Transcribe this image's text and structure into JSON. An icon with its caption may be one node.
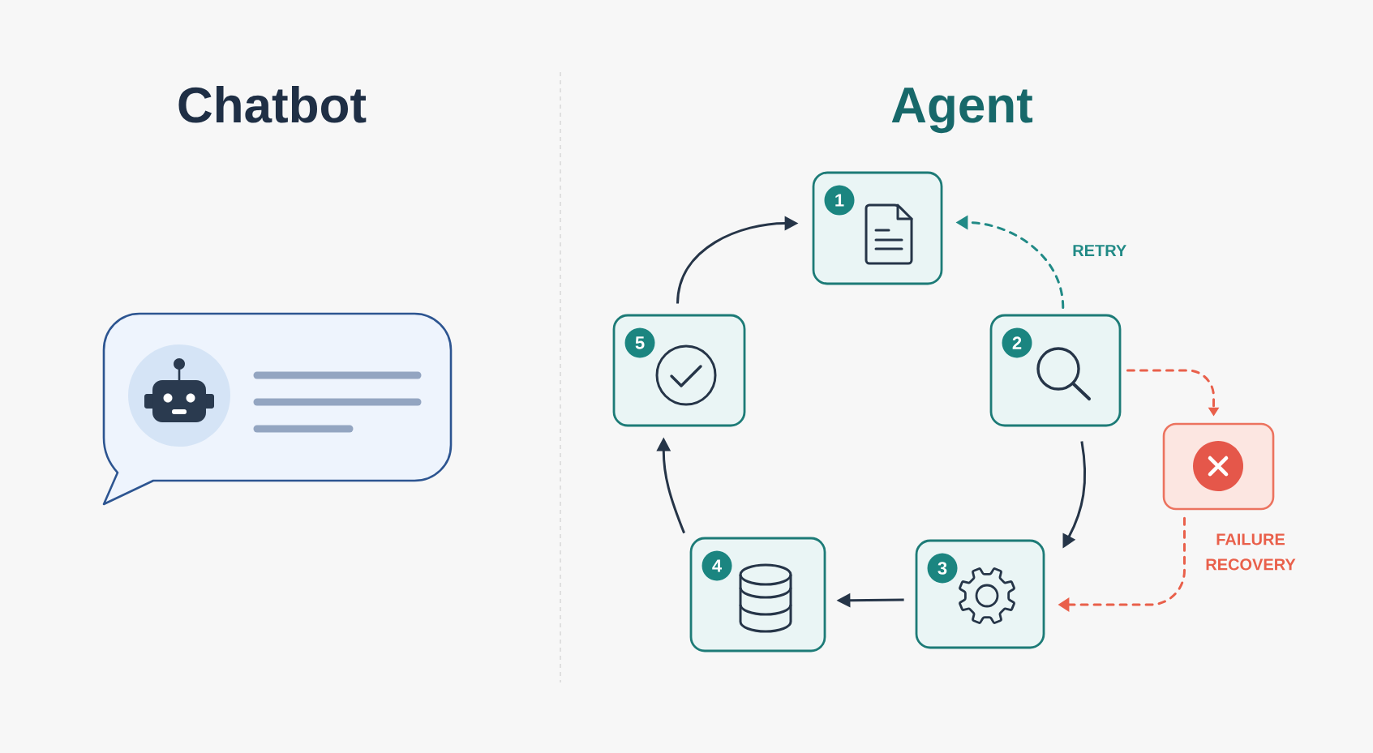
{
  "diagram": {
    "nodes": [
      {
        "text": [
          "1"
        ]
      },
      {
        "text": [
          "2"
        ]
      },
      {
        "text": [
          "3"
        ]
      },
      {
        "text": [
          "4"
        ]
      },
      {
        "text": [
          "5"
        ]
      },
      {
        "text": [],
        "shape": "box"
      }
    ],
    "edges": [
      {
        "from": 4,
        "to": 0,
        "arrow": "to"
      },
      {
        "from": 1,
        "to": 0,
        "arrow": "to",
        "label": "RETRY",
        "style": "dashed",
        "color": "#218a86"
      },
      {
        "from": 1,
        "to": 2,
        "arrow": "to"
      },
      {
        "from": 2,
        "to": 3,
        "arrow": "to"
      },
      {
        "from": 3,
        "to": 4,
        "arrow": "to"
      },
      {
        "from": 1,
        "to": 5,
        "arrow": "to",
        "style": "dashed",
        "color": "#e9604b"
      },
      {
        "from": 5,
        "to": 2,
        "arrow": "to",
        "label": "FAILURE RECOVERY",
        "style": "dashed",
        "color": "#e9604b"
      }
    ],
    "labels": [
      "Chatbot",
      "Agent"
    ]
  }
}
